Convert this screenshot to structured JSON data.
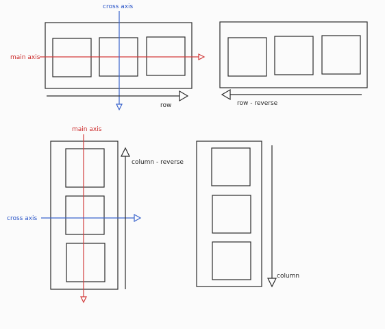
{
  "labels": {
    "cross_axis": "cross axis",
    "main_axis": "main axis",
    "row": "row",
    "row_reverse": "row - reverse",
    "column_reverse": "column - reverse",
    "column": "column"
  },
  "colors": {
    "main_axis": "#d23b3b",
    "cross_axis": "#3a64cc",
    "outline": "#2a2a2a",
    "background": "#fbfbfb"
  },
  "diagrams": [
    {
      "id": "row",
      "direction": "horizontal",
      "arrow": "right",
      "items": 3,
      "shows_axes": true
    },
    {
      "id": "row-reverse",
      "direction": "horizontal",
      "arrow": "left",
      "items": 3,
      "shows_axes": false
    },
    {
      "id": "column-reverse",
      "direction": "vertical",
      "arrow": "up",
      "items": 3,
      "shows_axes": true
    },
    {
      "id": "column",
      "direction": "vertical",
      "arrow": "down",
      "items": 3,
      "shows_axes": false
    }
  ]
}
